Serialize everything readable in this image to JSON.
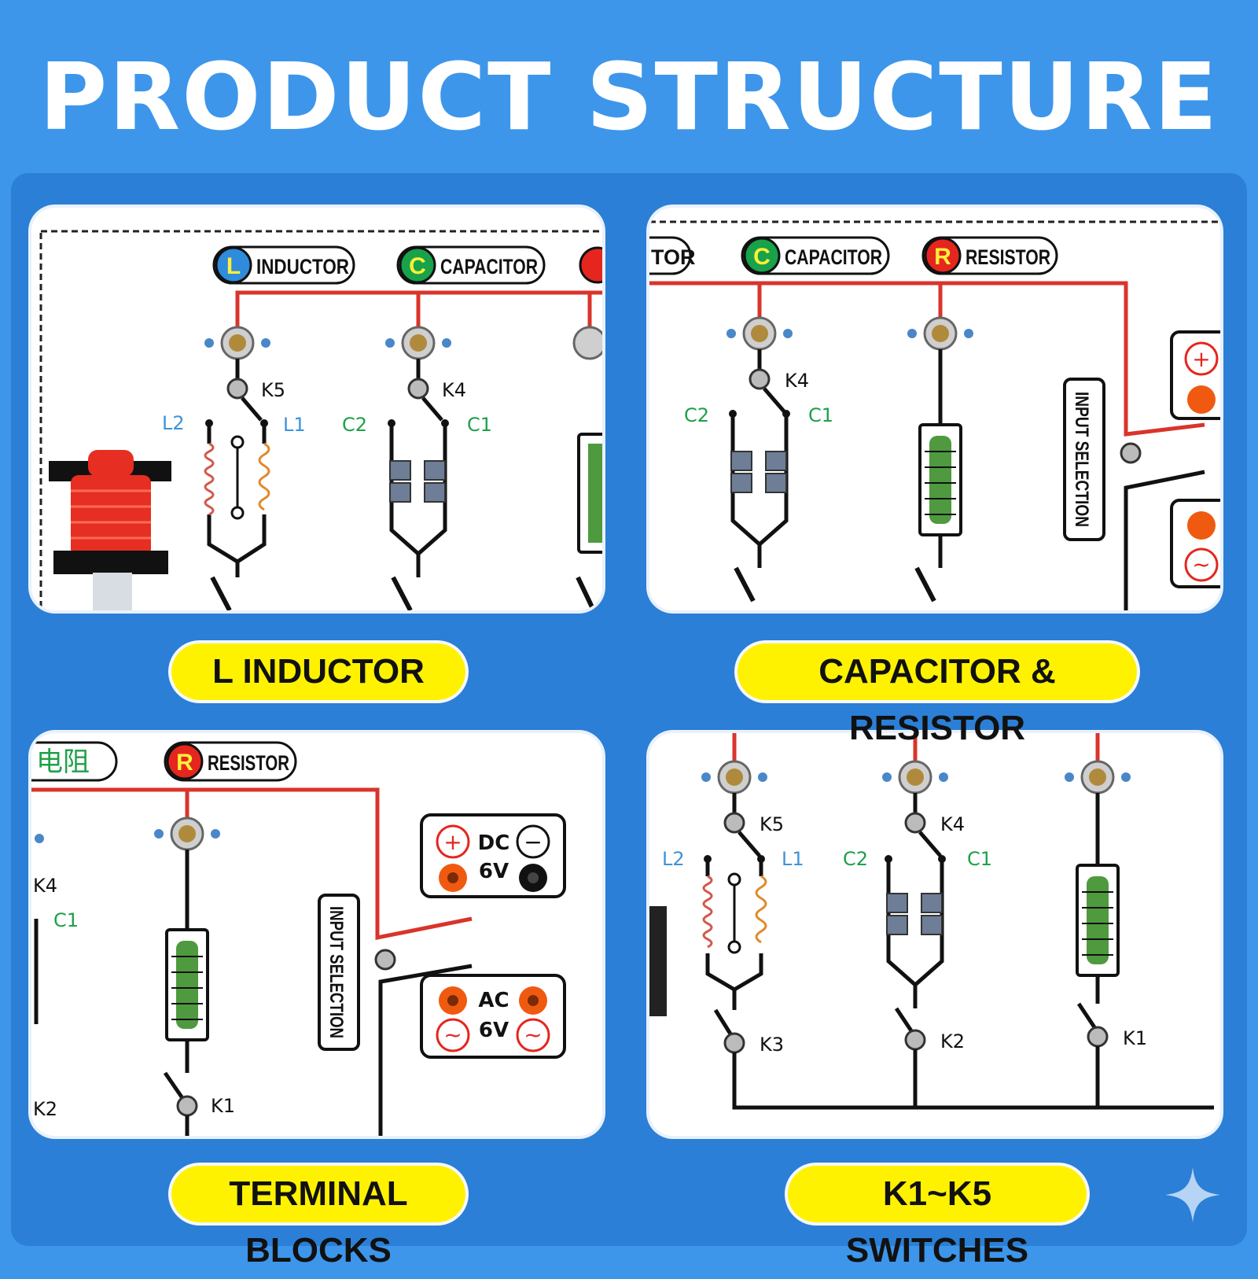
{
  "title": "PRODUCT STRUCTURE",
  "captions": {
    "inductor": "L INDUCTOR",
    "cap_res": "CAPACITOR & RESISTOR",
    "terminals": "TERMINAL BLOCKS",
    "switches": "K1~K5 SWITCHES"
  },
  "badges": {
    "inductor_letter": "L",
    "inductor": "INDUCTOR",
    "capacitor_letter": "C",
    "capacitor": "CAPACITOR",
    "resistor_letter": "R",
    "resistor": "RESISTOR",
    "partial_tor": "TOR",
    "chinese_resistor": "电阻"
  },
  "labels": {
    "k1": "K1",
    "k2": "K2",
    "k3": "K3",
    "k4": "K4",
    "k5": "K5",
    "l1": "L1",
    "l2": "L2",
    "c1": "C1",
    "c2": "C2",
    "input_selection": "INPUT SELECTION",
    "dc": "DC",
    "ac": "AC",
    "volt": "6V",
    "plus": "+",
    "minus": "−",
    "tilde": "~"
  },
  "colors": {
    "background": "#3d96ea",
    "board": "#2b7fd6",
    "caption": "#fff200",
    "wire_red": "#d9342b",
    "inductor_blue": "#2f8bdc",
    "capacitor_green": "#18a24a",
    "resistor_red": "#e5261e",
    "resistor_body": "#4f9a3f",
    "label_blue": "#3d93d8",
    "label_green": "#1ea04a"
  },
  "icons": [
    "sparkle-icon",
    "screw-terminal-icon",
    "toggle-switch-icon",
    "inductor-coil-icon",
    "banana-socket-icon"
  ]
}
